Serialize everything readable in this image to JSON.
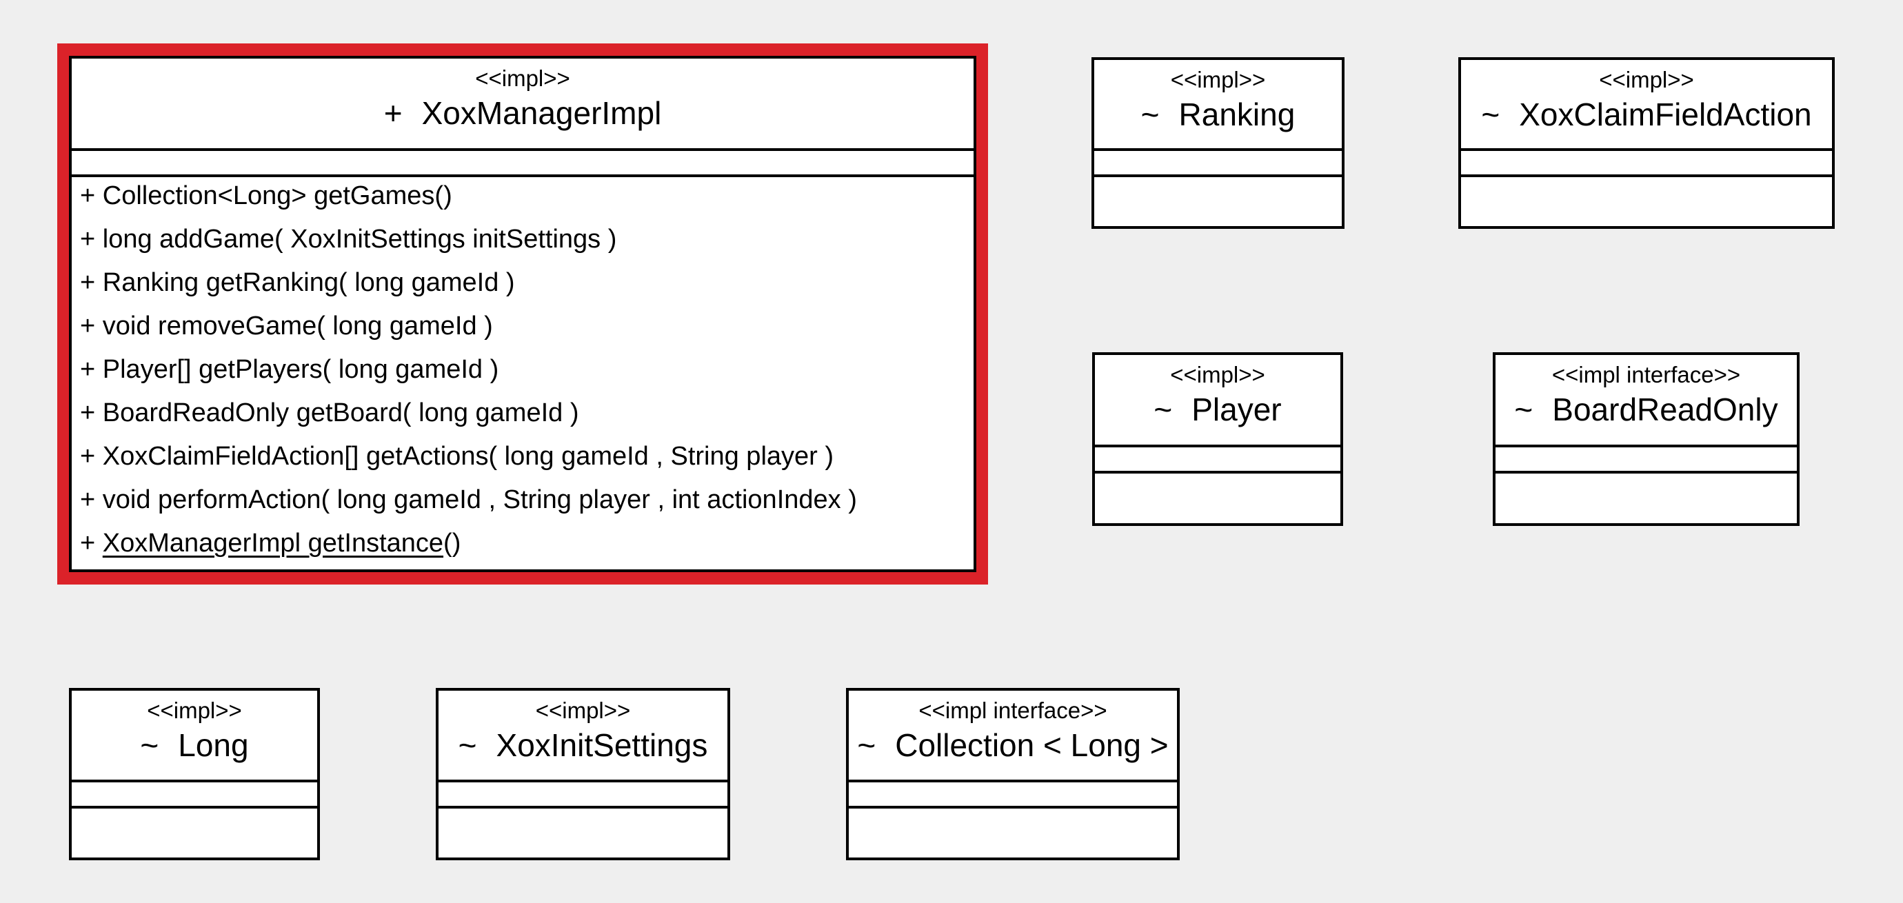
{
  "diagram": {
    "selection_color": "#db2229",
    "classes": [
      {
        "id": "xox-manager-impl",
        "stereotype": "<<impl>>",
        "visibility": "+",
        "name": "XoxManagerImpl",
        "selected": true,
        "attributes": [],
        "methods": [
          {
            "vis": "+",
            "text": "Collection<Long> getGames()",
            "static": false
          },
          {
            "vis": "+",
            "text": "long addGame( XoxInitSettings initSettings )",
            "static": false
          },
          {
            "vis": "+",
            "text": "Ranking getRanking( long gameId )",
            "static": false
          },
          {
            "vis": "+",
            "text": "void removeGame( long gameId )",
            "static": false
          },
          {
            "vis": "+",
            "text": "Player[] getPlayers( long gameId )",
            "static": false
          },
          {
            "vis": "+",
            "text": "BoardReadOnly getBoard( long gameId )",
            "static": false
          },
          {
            "vis": "+",
            "text": "XoxClaimFieldAction[] getActions( long gameId , String player )",
            "static": false
          },
          {
            "vis": "+",
            "text": "void performAction( long gameId , String player , int actionIndex )",
            "static": false
          },
          {
            "vis": "+",
            "text_static": "XoxManagerImpl getInstance",
            "text_rest": "()",
            "static": true
          }
        ]
      },
      {
        "id": "ranking",
        "stereotype": "<<impl>>",
        "visibility": "~",
        "name": "Ranking"
      },
      {
        "id": "xox-claim-field-action",
        "stereotype": "<<impl>>",
        "visibility": "~",
        "name": "XoxClaimFieldAction"
      },
      {
        "id": "player",
        "stereotype": "<<impl>>",
        "visibility": "~",
        "name": "Player"
      },
      {
        "id": "board-read-only",
        "stereotype": "<<impl interface>>",
        "visibility": "~",
        "name": "BoardReadOnly"
      },
      {
        "id": "long",
        "stereotype": "<<impl>>",
        "visibility": "~",
        "name": "Long"
      },
      {
        "id": "xox-init-settings",
        "stereotype": "<<impl>>",
        "visibility": "~",
        "name": "XoxInitSettings"
      },
      {
        "id": "collection-long",
        "stereotype": "<<impl interface>>",
        "visibility": "~",
        "name": "Collection < Long >"
      }
    ]
  }
}
